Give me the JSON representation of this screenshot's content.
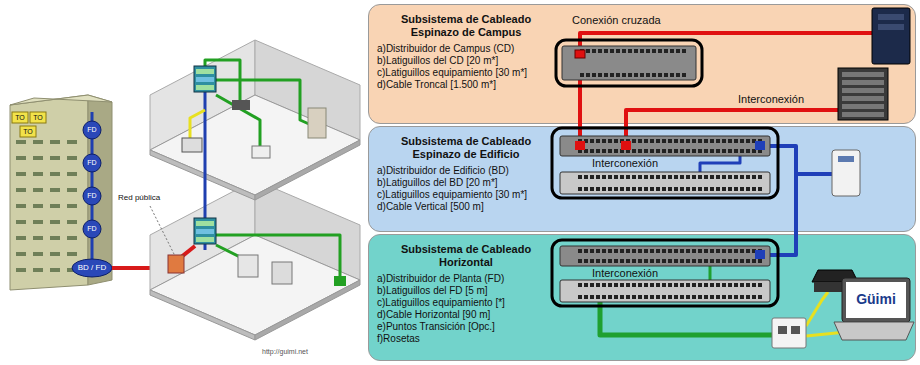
{
  "diagram": {
    "nodes": [
      {
        "text": [
          "Subsistema de Cableado Espinazo de Campus",
          "a)Distribuidor de Campus (CD)",
          "b)Latiguillos del CD [20 m*]",
          "c)Latiguillos equipamiento [30 m*]",
          "d)Cable Troncal [1.500 m*]"
        ]
      },
      {
        "text": [
          "Subsistema de Cableado Espinazo de Edificio",
          "a)Distribuidor de Edificio (BD)",
          "b)Latiguillos del BD [20 m*]",
          "c)Latiguillos equipamiento [30 m*]",
          "d)Cable Vertical [500 m]"
        ]
      },
      {
        "text": [
          "Subsistema de Cableado Horizontal",
          "a)Distribuidor de Planta (FD)",
          "b)Latiguillos del FD [5 m]",
          "c)Latiguillos equipamiento [*]",
          "d)Cable Horizontal [90 m]",
          "e)Puntos Transición [Opc.]",
          "f)Rosetas"
        ]
      }
    ],
    "labels": [
      "Conexión cruzada",
      "Interconexión",
      "Interconexión",
      "Interconexión",
      "Güimi",
      "TO",
      "TO",
      "TO",
      "FD",
      "FD",
      "FD",
      "FD",
      "BD / FD",
      "Red pública",
      "http://guimi.net"
    ]
  }
}
